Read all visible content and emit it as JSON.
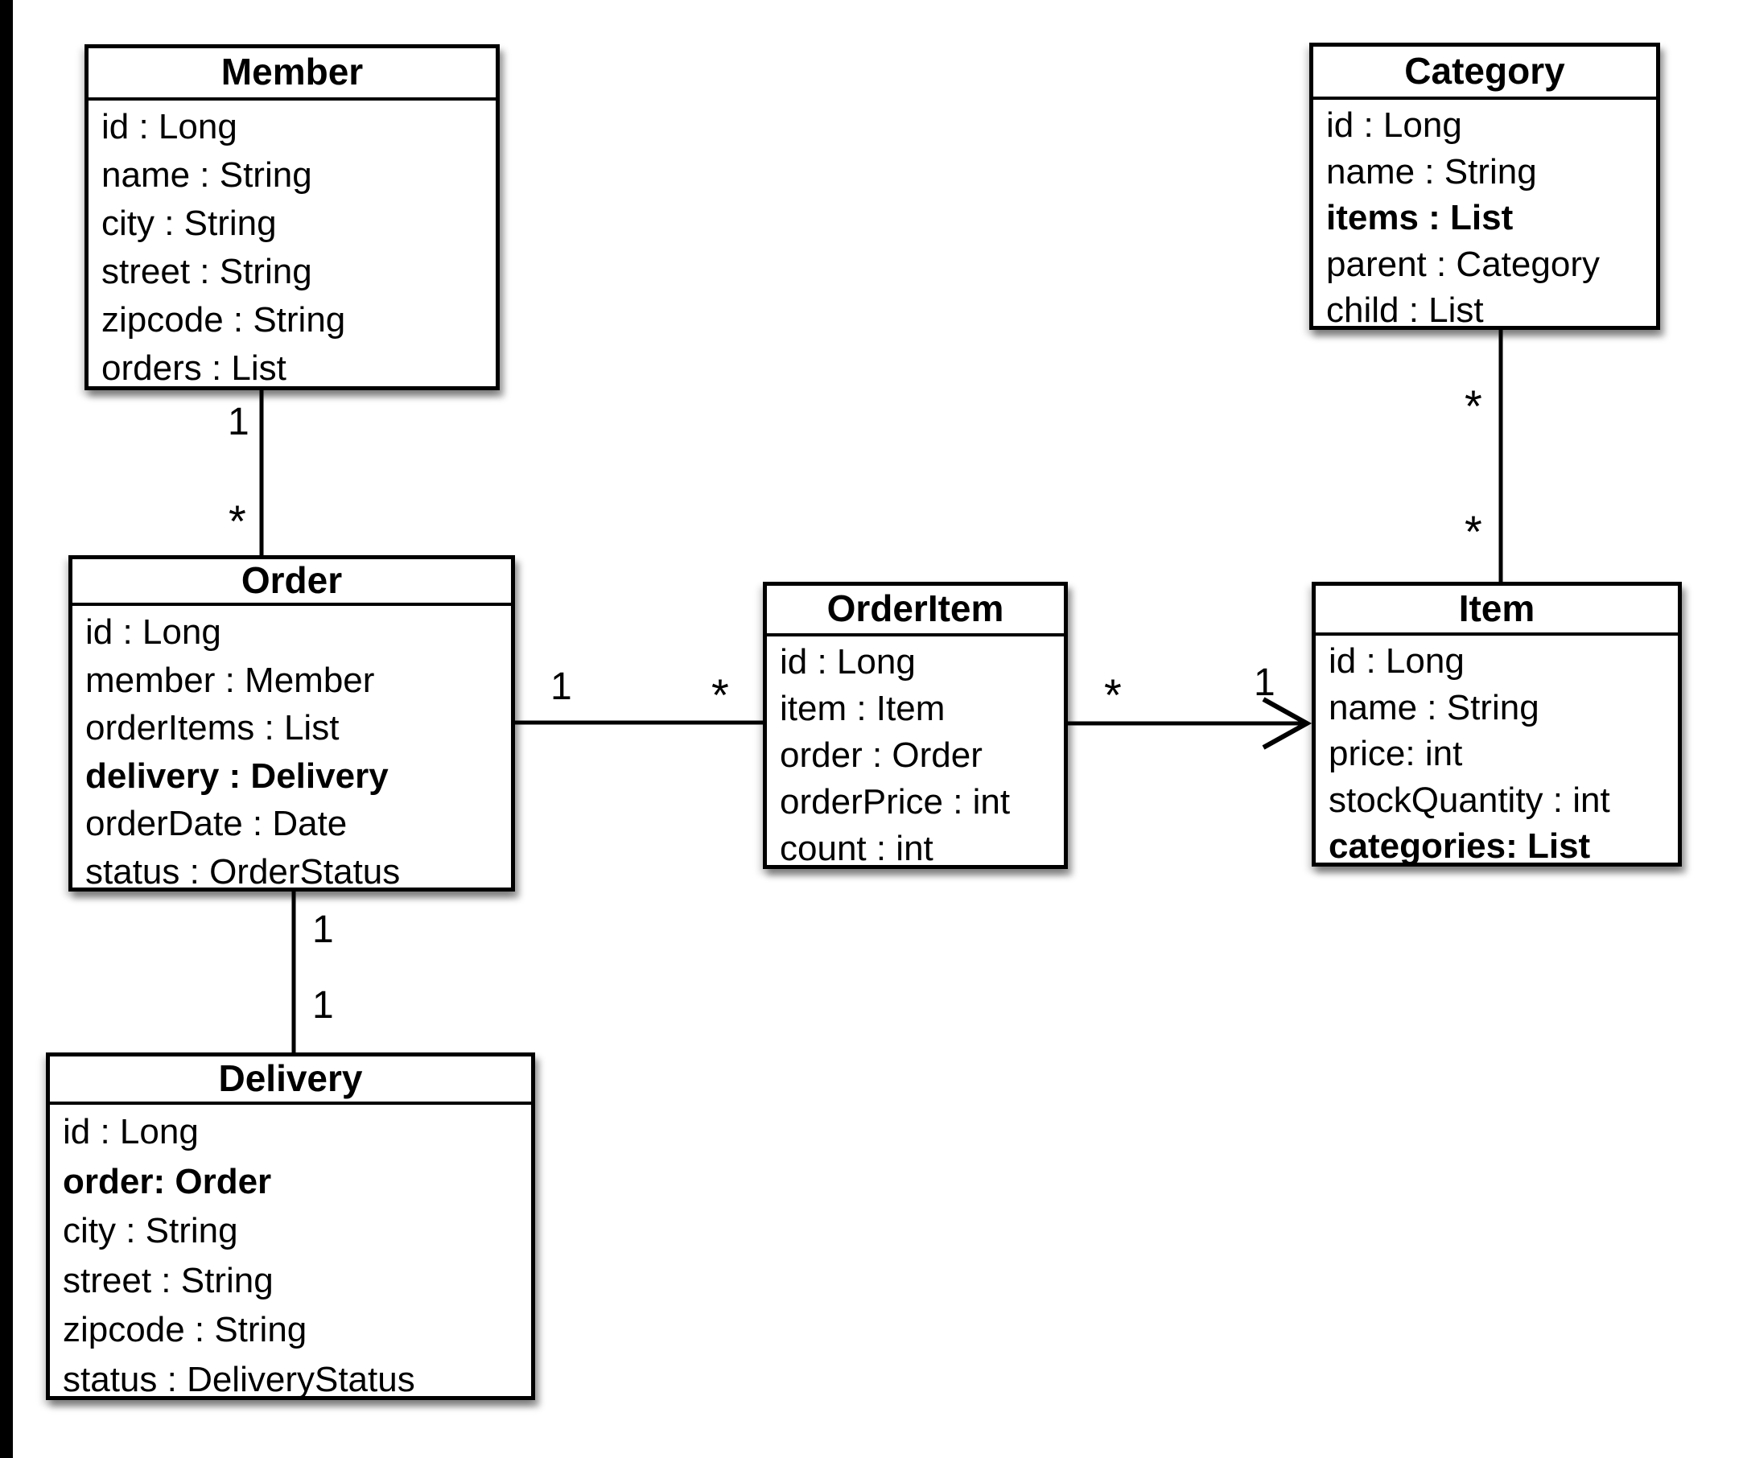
{
  "colors": {
    "background": "#ffffff",
    "box_fill": "#ffffff",
    "line": "#000000",
    "edge_bar": "#000000"
  },
  "diagram": {
    "type": "uml-class-diagram",
    "classes": [
      {
        "name": "Member",
        "attributes": [
          {
            "text": "id : Long",
            "bold": false
          },
          {
            "text": "name : String",
            "bold": false
          },
          {
            "text": "city : String",
            "bold": false
          },
          {
            "text": "street : String",
            "bold": false
          },
          {
            "text": "zipcode : String",
            "bold": false
          },
          {
            "text": "orders : List",
            "bold": false
          }
        ]
      },
      {
        "name": "Category",
        "attributes": [
          {
            "text": "id : Long",
            "bold": false
          },
          {
            "text": "name : String",
            "bold": false
          },
          {
            "text": "items : List",
            "bold": true
          },
          {
            "text": "parent : Category",
            "bold": false
          },
          {
            "text": "child : List",
            "bold": false
          }
        ]
      },
      {
        "name": "Order",
        "attributes": [
          {
            "text": "id : Long",
            "bold": false
          },
          {
            "text": "member : Member",
            "bold": false
          },
          {
            "text": "orderItems : List",
            "bold": false
          },
          {
            "text": "delivery : Delivery",
            "bold": true
          },
          {
            "text": "orderDate : Date",
            "bold": false
          },
          {
            "text": "status : OrderStatus",
            "bold": false
          }
        ]
      },
      {
        "name": "OrderItem",
        "attributes": [
          {
            "text": "id : Long",
            "bold": false
          },
          {
            "text": "item : Item",
            "bold": false
          },
          {
            "text": "order : Order",
            "bold": false
          },
          {
            "text": "orderPrice : int",
            "bold": false
          },
          {
            "text": "count : int",
            "bold": false
          }
        ]
      },
      {
        "name": "Item",
        "attributes": [
          {
            "text": "id : Long",
            "bold": false
          },
          {
            "text": "name : String",
            "bold": false
          },
          {
            "text": "price: int",
            "bold": false
          },
          {
            "text": "stockQuantity : int",
            "bold": false
          },
          {
            "text": "categories: List",
            "bold": true
          }
        ]
      },
      {
        "name": "Delivery",
        "attributes": [
          {
            "text": "id : Long",
            "bold": false
          },
          {
            "text": "order: Order",
            "bold": true
          },
          {
            "text": "city : String",
            "bold": false
          },
          {
            "text": "street : String",
            "bold": false
          },
          {
            "text": "zipcode : String",
            "bold": false
          },
          {
            "text": "status : DeliveryStatus",
            "bold": false
          }
        ]
      }
    ],
    "relationships": [
      {
        "from": "Member",
        "to": "Order",
        "from_label": "1",
        "to_label": "*",
        "arrow": "none"
      },
      {
        "from": "Order",
        "to": "OrderItem",
        "from_label": "1",
        "to_label": "*",
        "arrow": "none"
      },
      {
        "from": "OrderItem",
        "to": "Item",
        "from_label": "*",
        "to_label": "1",
        "arrow": "open-arrowhead-at-item"
      },
      {
        "from": "Category",
        "to": "Item",
        "from_label": "*",
        "to_label": "*",
        "arrow": "none"
      },
      {
        "from": "Order",
        "to": "Delivery",
        "from_label": "1",
        "to_label": "1",
        "arrow": "none"
      }
    ]
  }
}
